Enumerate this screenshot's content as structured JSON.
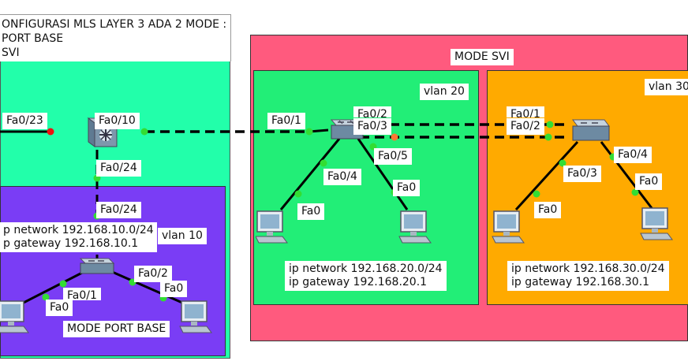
{
  "title_block": {
    "line1": "ONFIGURASI MLS LAYER 3 ADA 2 MODE :",
    "line2": "PORT BASE",
    "line3": "SVI"
  },
  "zones": {
    "mode_svi_label": "MODE SVI",
    "vlan20_label": "vlan 20",
    "vlan30_label": "vlan 30",
    "vlan10_label": "vlan 10",
    "mode_port_base_label": "MODE PORT BASE"
  },
  "colors": {
    "mode_svi_bg": "#ff5a7e",
    "vlan20_bg": "#22ee77",
    "vlan30_bg": "#ffaa00",
    "mls_area_bg": "#22ffaa",
    "vlan10_bg": "#7a3df5",
    "link": "#000000",
    "link_up": "#33dd33",
    "link_down": "#ee1111",
    "link_amber": "#ff7733"
  },
  "port_labels": {
    "mls_fa0_23": "Fa0/23",
    "mls_fa0_10": "Fa0/10",
    "mls_fa0_24": "Fa0/24",
    "sw10_fa0_24": "Fa0/24",
    "sw10_fa0_2": "Fa0/2",
    "sw10_fa0_1": "Fa0/1",
    "pc10a_fa0": "Fa0",
    "pc10b_fa0": "Fa0",
    "sw20_fa0_1": "Fa0/1",
    "sw20_fa0_2": "Fa0/2",
    "sw20_fa0_3": "Fa0/3",
    "sw20_fa0_5": "Fa0/5",
    "sw20_fa0_4": "Fa0/4",
    "pc20a_fa0": "Fa0",
    "pc20b_fa0": "Fa0",
    "sw30_fa0_1": "Fa0/1",
    "sw30_fa0_2": "Fa0/2",
    "sw30_fa0_4": "Fa0/4",
    "sw30_fa0_3": "Fa0/3",
    "pc30a_fa0": "Fa0",
    "pc30b_fa0": "Fa0"
  },
  "networks": {
    "vlan10_network": "p network 192.168.10.0/24",
    "vlan10_gateway": "p gateway 192.168.10.1",
    "vlan20_network": "ip network 192.168.20.0/24",
    "vlan20_gateway": "ip gateway 192.168.20.1",
    "vlan30_network": "ip network 192.168.30.0/24",
    "vlan30_gateway": "ip gateway 192.168.30.1"
  },
  "icons": {
    "multilayer_switch": "multilayer-switch-icon",
    "switch": "switch-icon",
    "pc": "pc-icon"
  }
}
